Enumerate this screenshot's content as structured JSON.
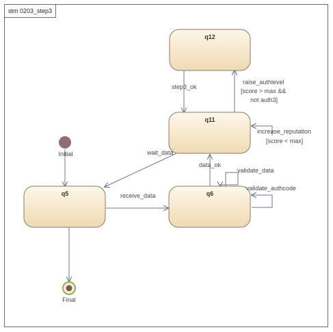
{
  "frame": {
    "title": "stm 0203_step3"
  },
  "states": {
    "q12": "q12",
    "q11": "q11",
    "q5": "q5",
    "q6": "q6"
  },
  "pseudo": {
    "initial": "Initial",
    "final": "Final"
  },
  "transitions": {
    "step3_ok": "step3_ok",
    "raise_authlevel": [
      "raise_authlevel",
      "[score > max &&",
      "not auth3]"
    ],
    "increase_reputation": [
      "increase_reputation",
      "[score < max]"
    ],
    "wait_data": "wait_data",
    "data_ok": "data_ok",
    "validate_data": "validate_data",
    "validate_authcode": "validate_authcode",
    "receive_data": "receive_data"
  },
  "colors": {
    "state_fill_top": "#fdf6e8",
    "state_fill_bottom": "#f0dcb6",
    "state_border": "#8a7a68",
    "edge": "#6e7590",
    "initial": "#8f6f6f",
    "final_ring": "#8fb04a"
  }
}
